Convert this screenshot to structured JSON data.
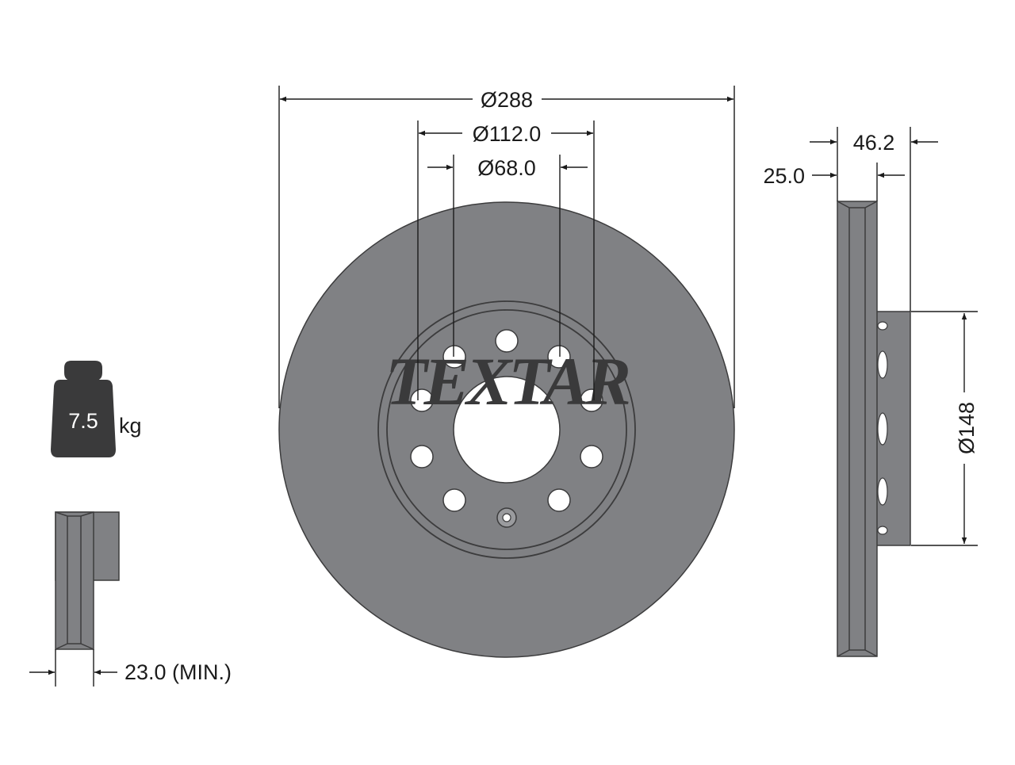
{
  "brand": "TEXTAR",
  "dimensions": {
    "outer_diameter": "Ø288",
    "bolt_circle": "Ø112.0",
    "center_bore": "Ø68.0",
    "overall_height": "46.2",
    "thickness": "25.0",
    "hub_diameter": "Ø148",
    "min_thickness": "23.0 (MIN.)"
  },
  "weight": {
    "value": "7.5",
    "unit": "kg"
  },
  "colors": {
    "disc": "#808184",
    "disc_outline": "#3c3c3d",
    "line": "#1b1b1b",
    "background": "#ffffff"
  },
  "icons": {
    "weight": "weight-icon"
  }
}
